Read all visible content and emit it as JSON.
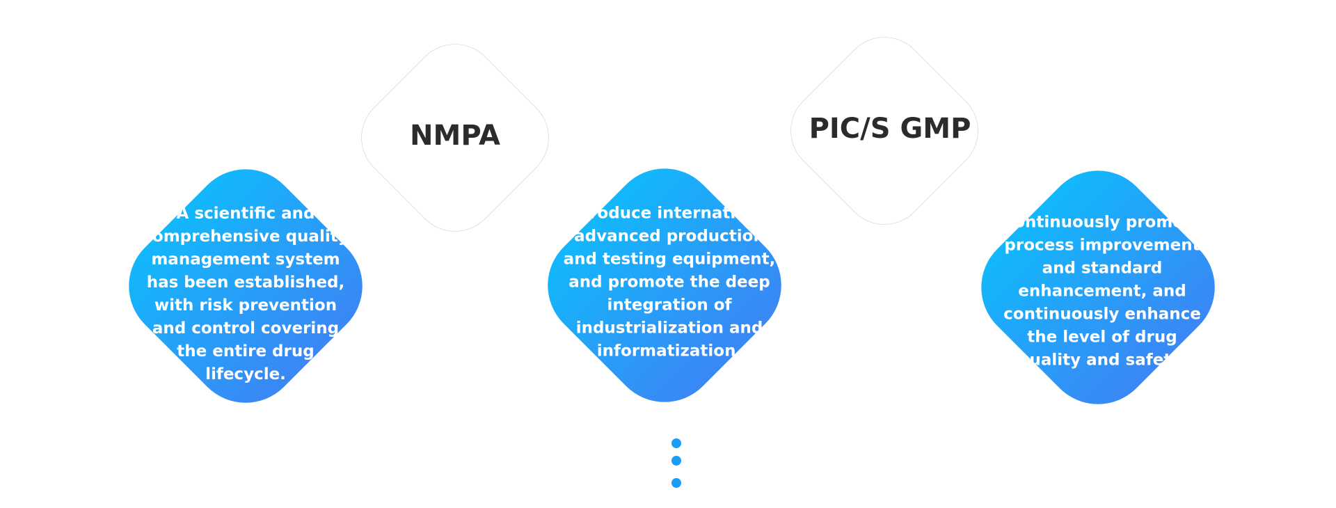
{
  "standards": {
    "nmpa": "NMPA",
    "pics_gmp": "PIC/S GMP"
  },
  "cards": [
    "A scientific and comprehensive quality management system has been established, with risk prevention and control covering the entire drug lifecycle.",
    "Introduce international advanced production and testing equipment, and promote the deep integration of industrialization and informatization.",
    "Continuously promote process improvement and standard enhancement, and continuously enhance the level of drug quality and safety."
  ],
  "colors": {
    "gradient_start": "#12b8fb",
    "gradient_end": "#3a87f5",
    "outline": "#d4d4d4",
    "dots": "#1a9ef5"
  }
}
